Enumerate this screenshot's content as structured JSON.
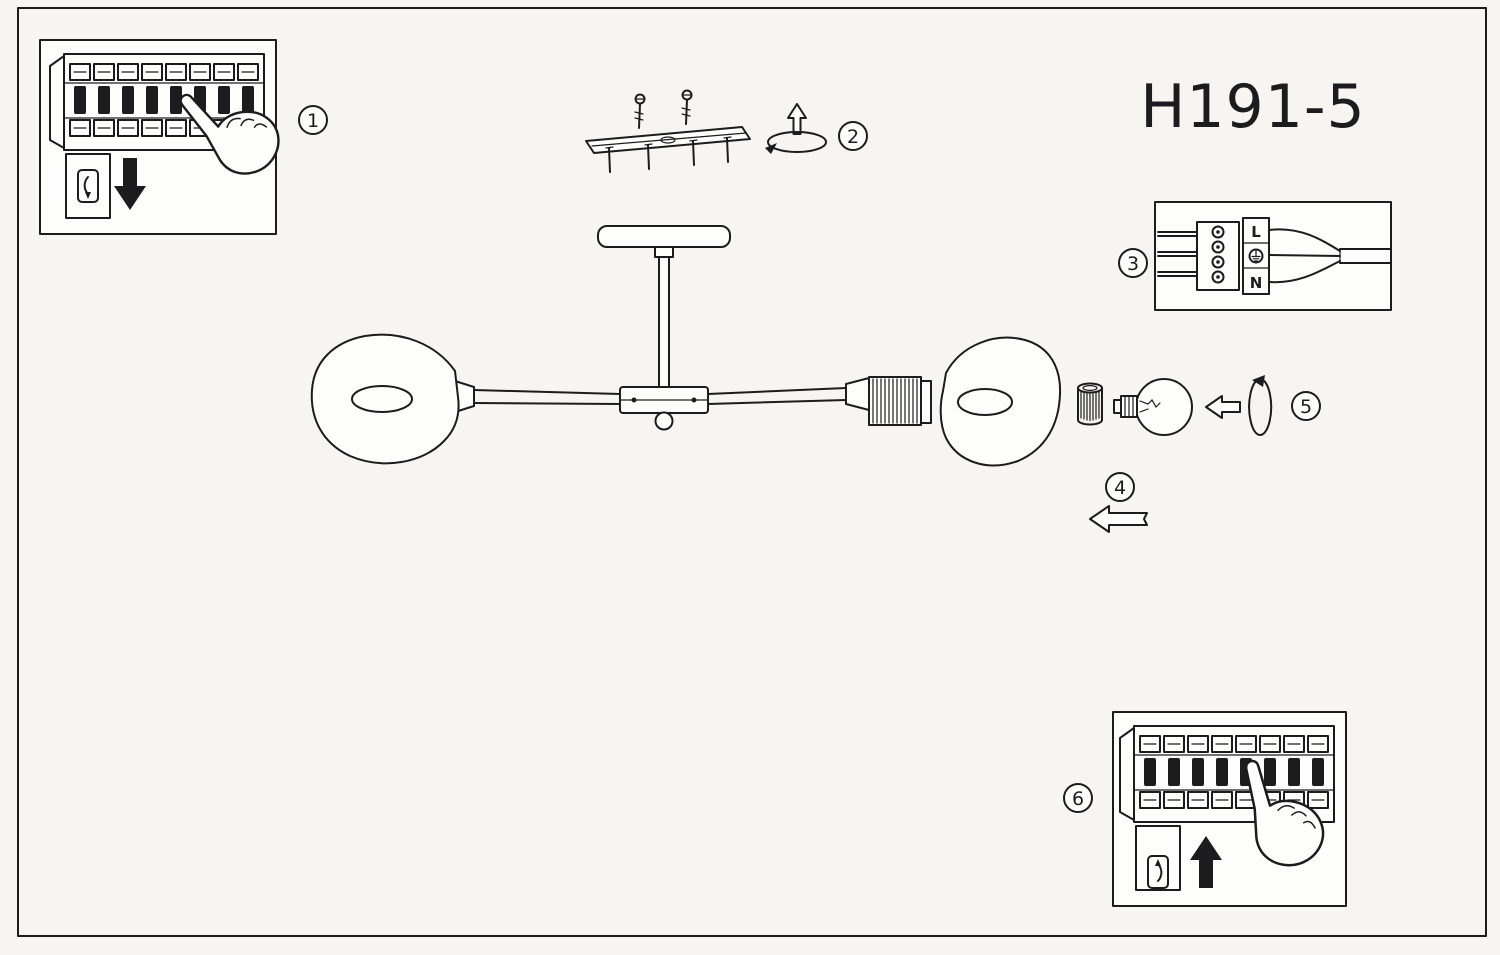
{
  "title": "H191-5",
  "steps": {
    "s1": "1",
    "s2": "2",
    "s3": "3",
    "s4": "4",
    "s5": "5",
    "s6": "6"
  },
  "wiring": {
    "live": "L",
    "neutral": "N"
  },
  "icons": {
    "hand": "pointing-hand",
    "switch_off": "switch-lever-down",
    "switch_on": "switch-lever-up",
    "arrow_down": "solid-arrow-down",
    "arrow_up": "solid-arrow-up",
    "rotate_mount": "rotation-arrow",
    "rotate_bulb": "rotation-arrow",
    "direction": "open-arrow-left",
    "ground": "earth-ground-symbol"
  },
  "colors": {
    "ink": "#1c1c1e",
    "paper": "#f7f5f1"
  }
}
